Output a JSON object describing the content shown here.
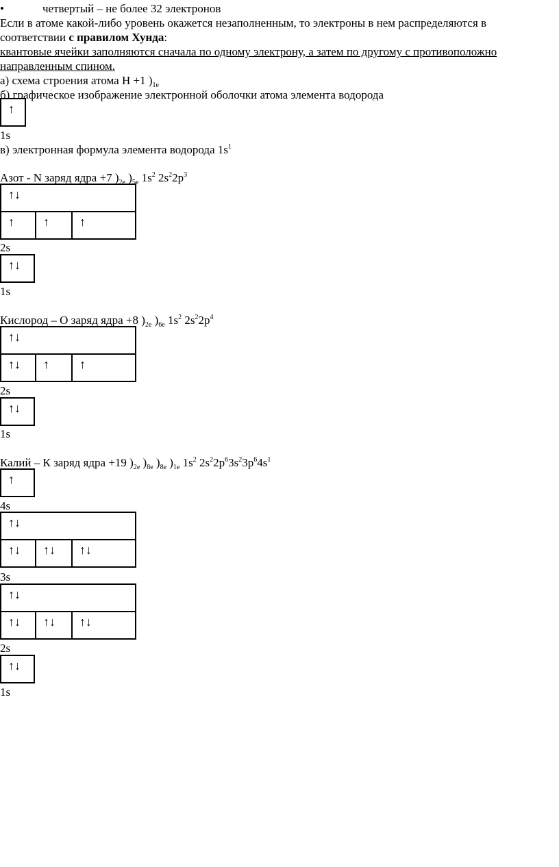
{
  "line1": {
    "bullet": "•",
    "text": "четвертый – не более 32 электронов"
  },
  "para1_line1": "Если в атоме какой-либо уровень окажется незаполненным, то электроны в нем распределяются в",
  "para1_line2_a": "соответствии ",
  "para1_line2_b": "с правилом Хунда",
  "para1_line2_c": ":",
  "rule_line1": "квантовые ячейки заполняются сначала по одному электрону, а затем по другому с противоположно",
  "rule_line2": "направленным спином.",
  "hydrogen": {
    "a_text": "а) схема строения атома Н +1 )",
    "a_sub": "1е",
    "b_text": "б) графическое изображение электронной оболочки атома элемента водорода",
    "cell_1s": "↑",
    "label_1s": "1s",
    "c_text": "в) электронная формула элемента водорода 1s",
    "c_sup": "1"
  },
  "nitrogen": {
    "head": "Азот - N заряд ядра +7 )",
    "sub1": "2е",
    "mid1": " )",
    "sub2": "5е",
    "f1": " 1s",
    "sup1": "2",
    "f2": " 2s",
    "sup2": "2",
    "f3": "2p",
    "sup3": "3",
    "cell_2s": "↑↓",
    "cells_2p": [
      "↑",
      "↑",
      "↑"
    ],
    "label_2s": "2s",
    "cell_1s": "↑↓",
    "label_1s": "1s"
  },
  "oxygen": {
    "head": "Кислород – О заряд ядра +8 )",
    "sub1": "2е",
    "mid1": " )",
    "sub2": "6е",
    "f1": " 1s",
    "sup1": "2",
    "f2": " 2s",
    "sup2": "2",
    "f3": "2p",
    "sup3": "4",
    "cell_2s": "↑↓",
    "cells_2p": [
      "↑↓",
      "↑",
      "↑"
    ],
    "label_2s": "2s",
    "cell_1s": "↑↓",
    "label_1s": "1s"
  },
  "potassium": {
    "head": "Калий – К заряд ядра +19 )",
    "sub1": "2е",
    "mid1": " )",
    "sub2": "8е",
    "mid2": " )",
    "sub3": "8е",
    "mid3": " )",
    "sub4": "1е",
    "f1": " 1s",
    "sup1": "2",
    "f2": " 2s",
    "sup2": "2",
    "f3": "2p",
    "sup3": "6",
    "f4": "3s",
    "sup4": "2",
    "f5": "3p",
    "sup5": "6",
    "f6": "4s",
    "sup6": "1",
    "cell_4s": "↑",
    "label_4s": "4s",
    "cell_3s": "↑↓",
    "cells_3p": [
      "↑↓",
      "↑↓",
      "↑↓"
    ],
    "label_3s": "3s",
    "cell_2s": "↑↓",
    "cells_2p": [
      "↑↓",
      "↑↓",
      "↑↓"
    ],
    "label_2s": "2s",
    "cell_1s": "↑↓",
    "label_1s": "1s"
  }
}
